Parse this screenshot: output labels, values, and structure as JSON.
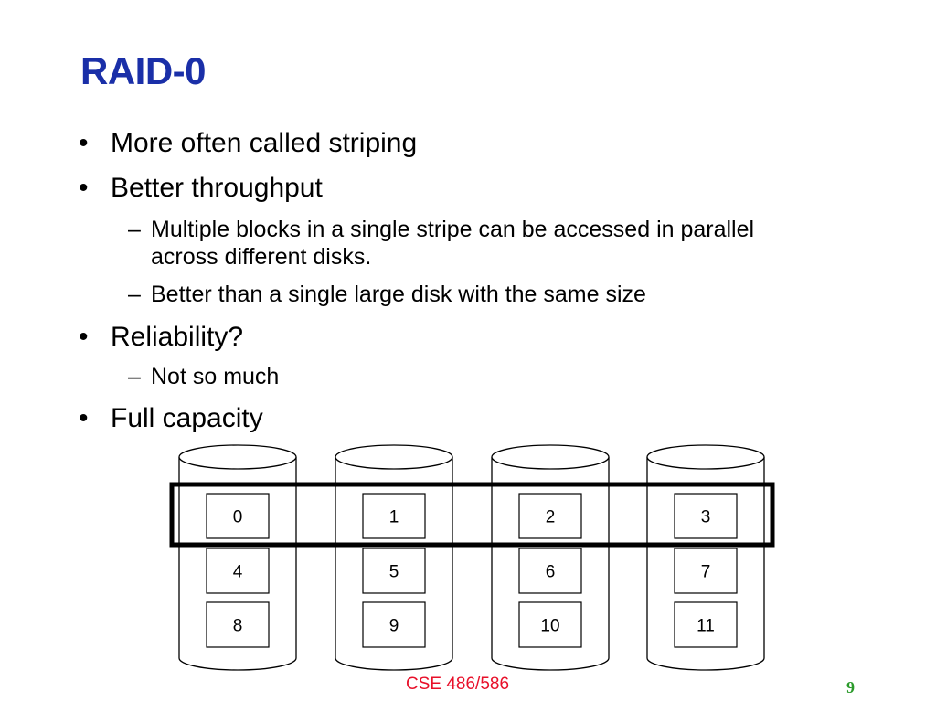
{
  "slide": {
    "title": "RAID-0",
    "bullets": [
      {
        "mark": "•",
        "text": "More often called striping"
      },
      {
        "mark": "•",
        "text": "Better throughput"
      },
      {
        "mark": "–",
        "text": "Multiple blocks in a single stripe can be accessed in parallel"
      },
      {
        "mark": "",
        "text": "across different disks."
      },
      {
        "mark": "–",
        "text": "Better than a single large disk with the same size"
      },
      {
        "mark": "•",
        "text": "Reliability?"
      },
      {
        "mark": "–",
        "text": "Not so much"
      },
      {
        "mark": "•",
        "text": "Full capacity"
      }
    ],
    "disks": [
      {
        "blocks": [
          "0",
          "4",
          "8"
        ]
      },
      {
        "blocks": [
          "1",
          "5",
          "9"
        ]
      },
      {
        "blocks": [
          "2",
          "6",
          "10"
        ]
      },
      {
        "blocks": [
          "3",
          "7",
          "11"
        ]
      }
    ],
    "footer": "CSE 486/586",
    "page_number": "9"
  }
}
